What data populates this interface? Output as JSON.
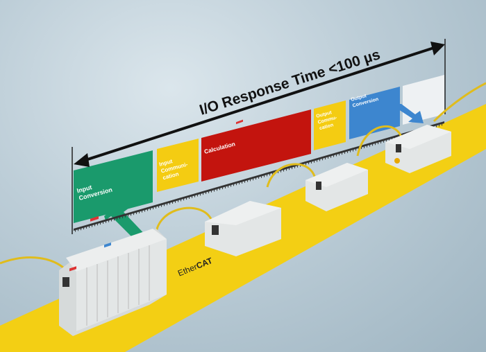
{
  "title": "I/O Response Time <100 µs",
  "logo": {
    "ether": "Ether",
    "cat": "CAT"
  },
  "phases": [
    {
      "label": [
        "Input",
        "Conversion"
      ],
      "color": "#1a9a6c"
    },
    {
      "label": [
        "Input",
        "Communi-",
        "cation"
      ],
      "color": "#f4cc12"
    },
    {
      "label": [
        "Calculation"
      ],
      "color": "#c3140e"
    },
    {
      "label": [
        "Output",
        "Commu-",
        "cation"
      ],
      "color": "#f4cc12"
    },
    {
      "label": [
        "Output",
        "Conversion"
      ],
      "color": "#3d86cf"
    },
    {
      "label": [],
      "color": "#eef1f3"
    }
  ],
  "colors": {
    "ethercat_band": "#f3cf14",
    "cable": "#e8c21a",
    "terminal_body": "#e6e8e8",
    "arrow": "#111111"
  },
  "devices": [
    "i/o-station-1",
    "i/o-station-2",
    "i/o-station-3",
    "i/o-station-4"
  ]
}
